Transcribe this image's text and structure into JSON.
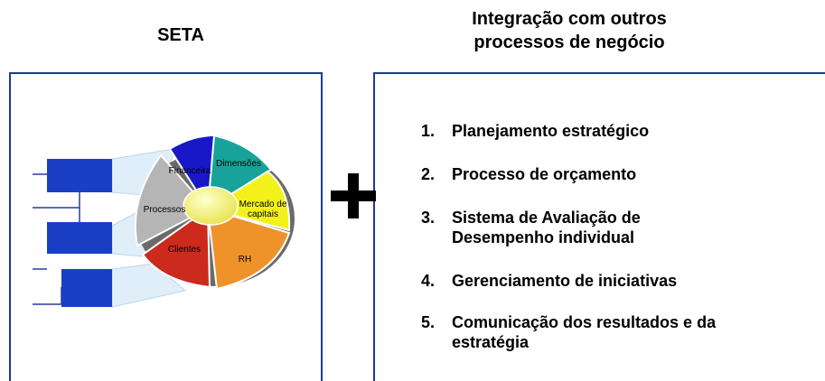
{
  "seta_title": "SETA",
  "integration_title_line1": "Integração com outros",
  "integration_title_line2": "processos de negócio",
  "wheel": {
    "center_color": "#f4f37a",
    "slices": [
      {
        "label": "Financeira",
        "color": "#1818c8"
      },
      {
        "label": "Dimensões",
        "color": "#17a39a"
      },
      {
        "label_line1": "Mercado de",
        "label_line2": "capitais",
        "color": "#f2f21a"
      },
      {
        "label": "RH",
        "color": "#f0922a"
      },
      {
        "label": "Clientes",
        "color": "#cc2a1c"
      },
      {
        "label": "Processos",
        "color": "#b5b5b5"
      }
    ]
  },
  "list": [
    {
      "num": "1.",
      "text": "Planejamento estratégico"
    },
    {
      "num": "2.",
      "text": "Processo de orçamento"
    },
    {
      "num": "3.",
      "text": "Sistema de Avaliação de Desempenho individual"
    },
    {
      "num": "4.",
      "text": "Gerenciamento de iniciativas"
    },
    {
      "num": "5.",
      "text": "Comunicação dos resultados e da estratégia"
    }
  ],
  "colors": {
    "frame": "#1f3a8f",
    "org_box": "#1a3fc4",
    "org_line": "#2a3a9a"
  }
}
